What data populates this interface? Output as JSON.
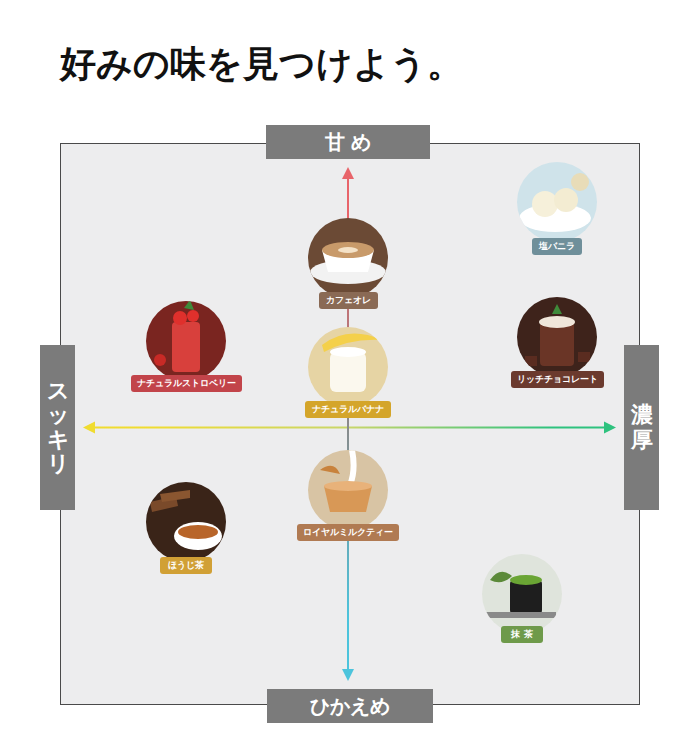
{
  "diagram": {
    "title": "好みの味を見つけよう。",
    "nodes": [
      {
        "text": [
          "甘 め"
        ]
      },
      {
        "text": [
          "塩バニラ"
        ]
      },
      {
        "text": [
          "カフェオレ"
        ]
      },
      {
        "text": [
          "ナチュラルストロベリー"
        ]
      },
      {
        "text": [
          "リッチチョコレート"
        ]
      },
      {
        "text": [
          "スッキリ"
        ]
      },
      {
        "text": [
          "濃厚"
        ]
      },
      {
        "text": [
          "ナチュラルバナナ"
        ]
      },
      {
        "text": [
          "ロイヤルミルクティー"
        ]
      },
      {
        "text": [
          "ほうじ茶"
        ]
      },
      {
        "text": [
          "抹 茶"
        ]
      },
      {
        "text": [
          "ひかえめ"
        ]
      }
    ],
    "edges": [
      {
        "from": 5,
        "to": 6,
        "arrow": "both"
      },
      {
        "from": 0,
        "to": 11,
        "arrow": "both"
      }
    ]
  }
}
